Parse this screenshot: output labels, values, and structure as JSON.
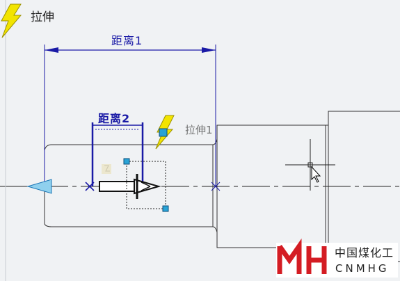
{
  "feature": {
    "title": "拉伸",
    "icon": "lightning-icon"
  },
  "dimensions": {
    "dim1": {
      "label": "距离1"
    },
    "dim2": {
      "label": "距离2"
    }
  },
  "ghost_label": "拉伸1",
  "logo": {
    "cn": "中国煤化工",
    "en": "CNMHG",
    "mark": "MH"
  },
  "colors": {
    "dimension": "#1a1aa6",
    "handle": "#29a3d6",
    "lightning": "#f2e400",
    "logo_red": "#d41c23",
    "background": "#f0f2f4"
  }
}
